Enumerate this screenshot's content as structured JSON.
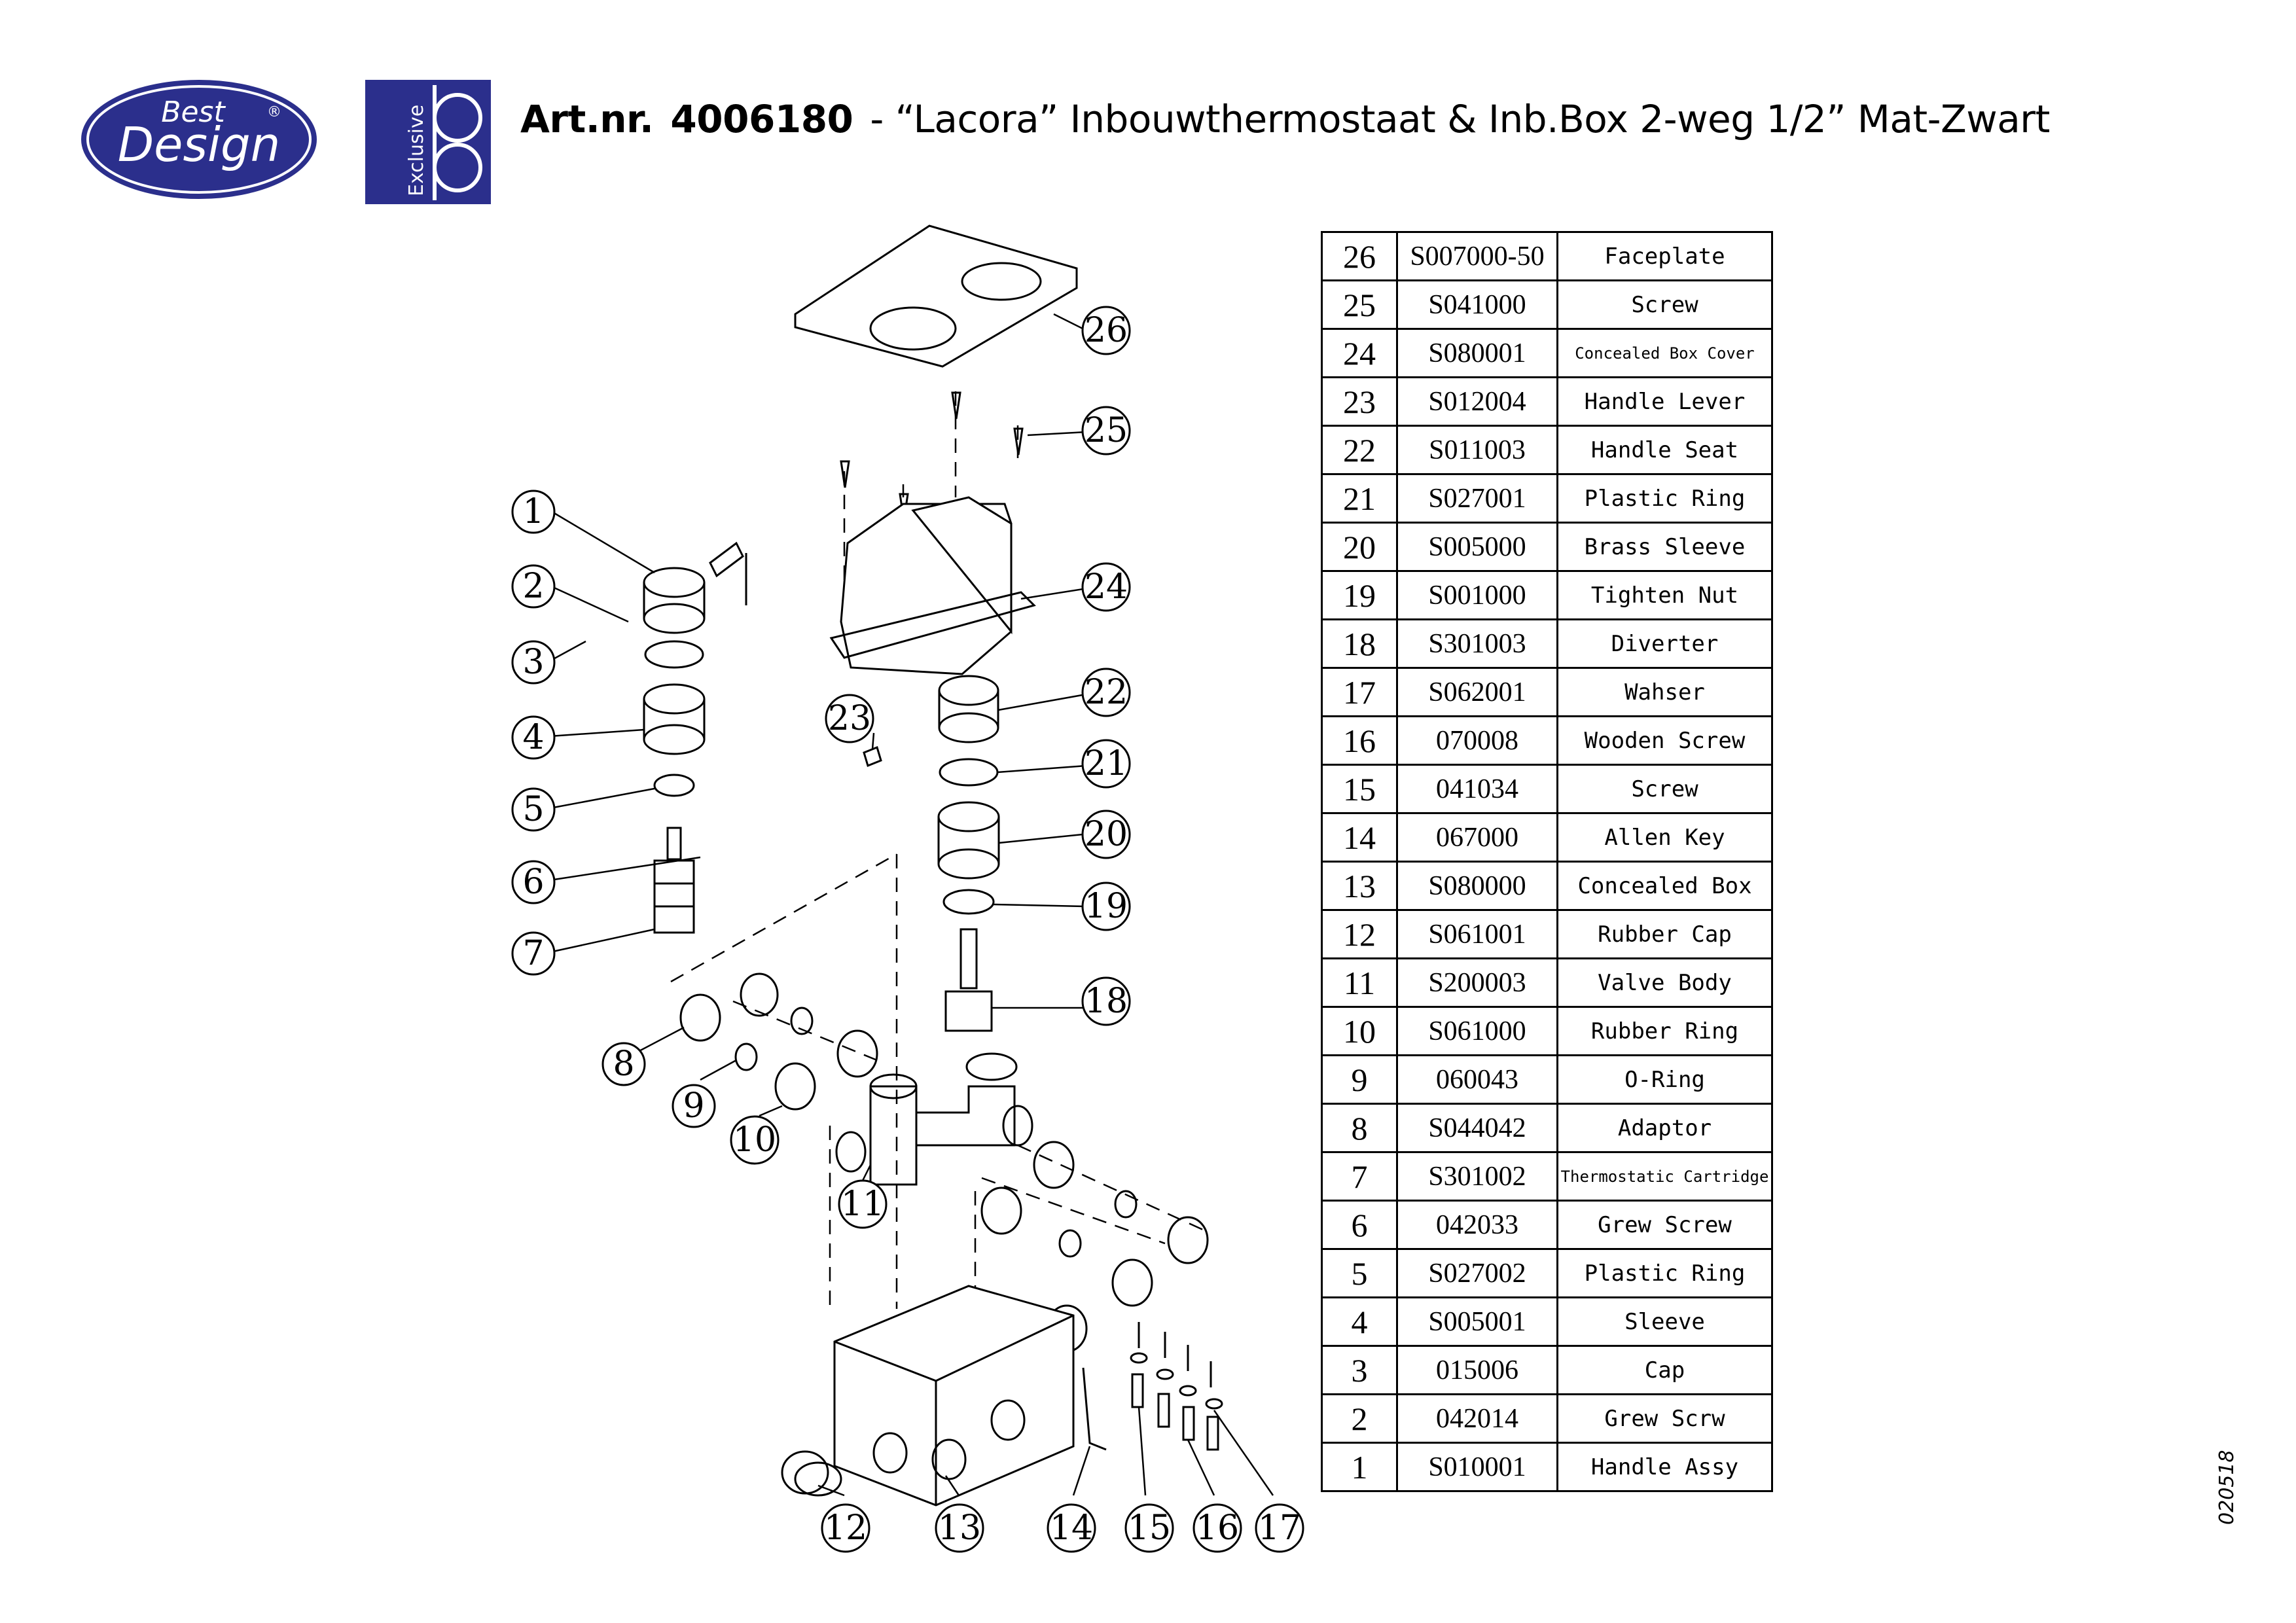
{
  "header": {
    "brand_top": "Best",
    "brand_bottom": "Design",
    "brand_mark": "®",
    "exclusive_label": "Exclusive",
    "art_label": "Art.nr.",
    "art_number": "4006180",
    "description": "- “Lacora” Inbouwthermostaat & Inb.Box 2-weg 1/2” Mat-Zwart"
  },
  "colors": {
    "brand_blue": "#2b2f8c",
    "line": "#000000"
  },
  "callouts": [
    "1",
    "2",
    "3",
    "4",
    "5",
    "6",
    "7",
    "8",
    "9",
    "10",
    "11",
    "12",
    "13",
    "14",
    "15",
    "16",
    "17",
    "18",
    "19",
    "20",
    "21",
    "22",
    "23",
    "24",
    "25",
    "26"
  ],
  "parts": [
    {
      "no": "26",
      "code": "S007000-50",
      "desc": "Faceplate"
    },
    {
      "no": "25",
      "code": "S041000",
      "desc": "Screw"
    },
    {
      "no": "24",
      "code": "S080001",
      "desc": "Concealed Box Cover"
    },
    {
      "no": "23",
      "code": "S012004",
      "desc": "Handle Lever"
    },
    {
      "no": "22",
      "code": "S011003",
      "desc": "Handle Seat"
    },
    {
      "no": "21",
      "code": "S027001",
      "desc": "Plastic Ring"
    },
    {
      "no": "20",
      "code": "S005000",
      "desc": "Brass Sleeve"
    },
    {
      "no": "19",
      "code": "S001000",
      "desc": "Tighten Nut"
    },
    {
      "no": "18",
      "code": "S301003",
      "desc": "Diverter"
    },
    {
      "no": "17",
      "code": "S062001",
      "desc": "Wahser"
    },
    {
      "no": "16",
      "code": "070008",
      "desc": "Wooden Screw"
    },
    {
      "no": "15",
      "code": "041034",
      "desc": "Screw"
    },
    {
      "no": "14",
      "code": "067000",
      "desc": "Allen Key"
    },
    {
      "no": "13",
      "code": "S080000",
      "desc": "Concealed Box"
    },
    {
      "no": "12",
      "code": "S061001",
      "desc": "Rubber Cap"
    },
    {
      "no": "11",
      "code": "S200003",
      "desc": "Valve Body"
    },
    {
      "no": "10",
      "code": "S061000",
      "desc": "Rubber Ring"
    },
    {
      "no": "9",
      "code": "060043",
      "desc": "O-Ring"
    },
    {
      "no": "8",
      "code": "S044042",
      "desc": "Adaptor"
    },
    {
      "no": "7",
      "code": "S301002",
      "desc": "Thermostatic Cartridge"
    },
    {
      "no": "6",
      "code": "042033",
      "desc": "Grew Screw"
    },
    {
      "no": "5",
      "code": "S027002",
      "desc": "Plastic Ring"
    },
    {
      "no": "4",
      "code": "S005001",
      "desc": "Sleeve"
    },
    {
      "no": "3",
      "code": "015006",
      "desc": "Cap"
    },
    {
      "no": "2",
      "code": "042014",
      "desc": "Grew Scrw"
    },
    {
      "no": "1",
      "code": "S010001",
      "desc": "Handle Assy"
    }
  ],
  "doc_code": "020518"
}
